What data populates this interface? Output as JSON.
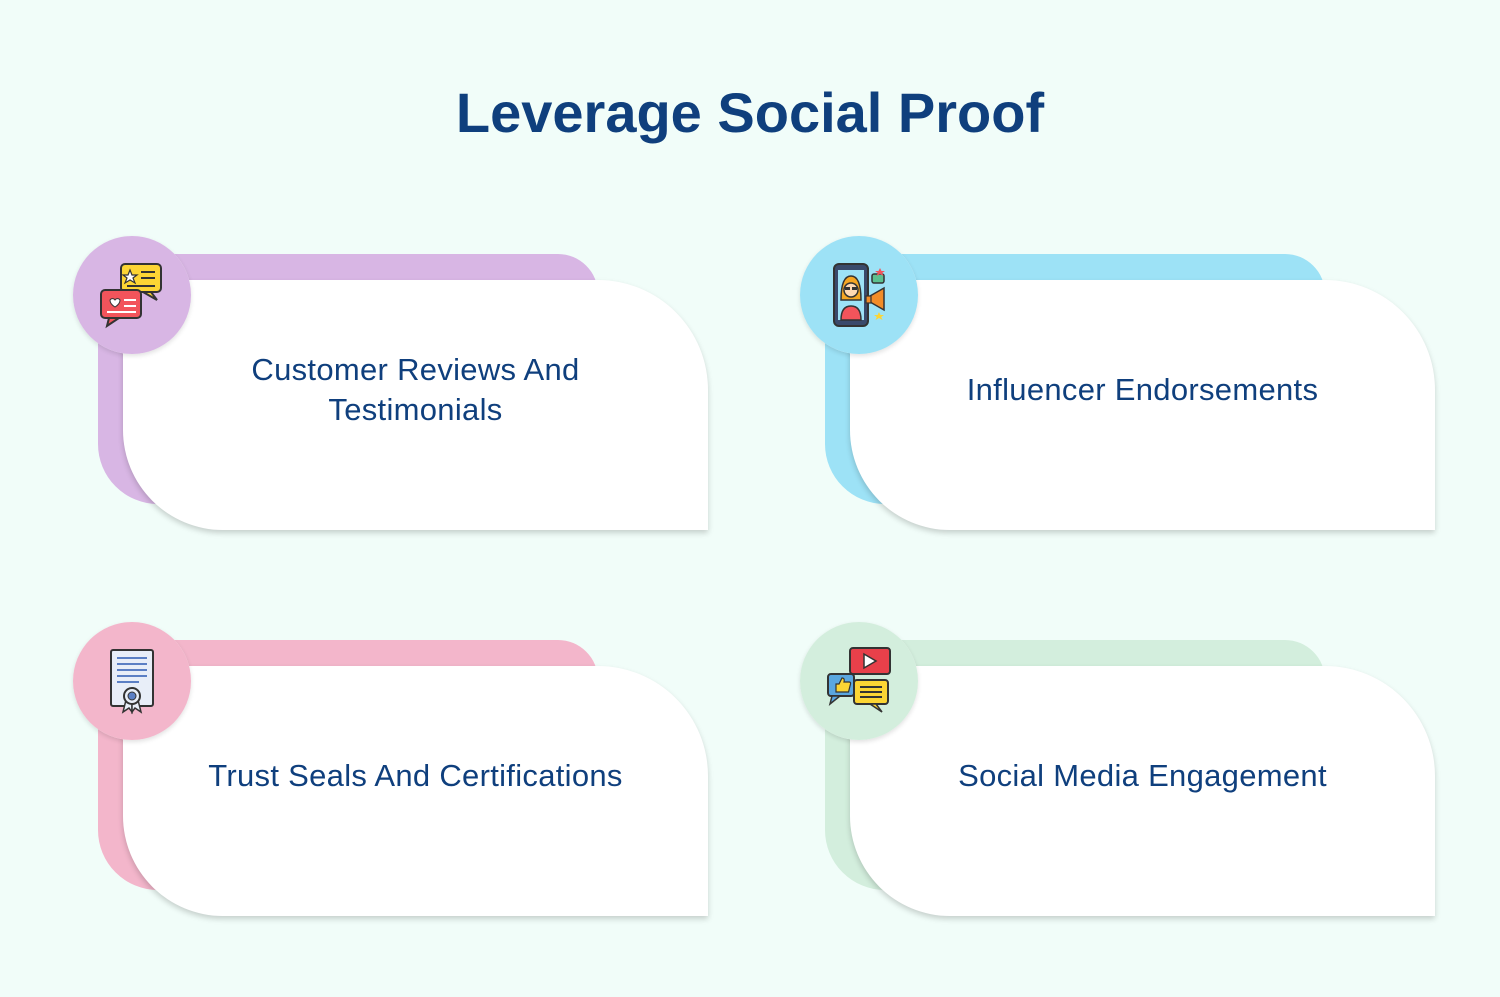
{
  "title": "Leverage Social Proof",
  "colors": {
    "title": "#0f3f7d",
    "background": "#f1fdf9"
  },
  "items": [
    {
      "label": "Customer Reviews And Testimonials",
      "icon": "review-bubbles-icon",
      "accent": "#d8b6e4"
    },
    {
      "label": "Influencer Endorsements",
      "icon": "influencer-phone-icon",
      "accent": "#9de2f6"
    },
    {
      "label": "Trust Seals And Certifications",
      "icon": "certificate-icon",
      "accent": "#f3b6cb"
    },
    {
      "label": "Social Media Engagement",
      "icon": "social-media-icon",
      "accent": "#d3eedd"
    }
  ]
}
